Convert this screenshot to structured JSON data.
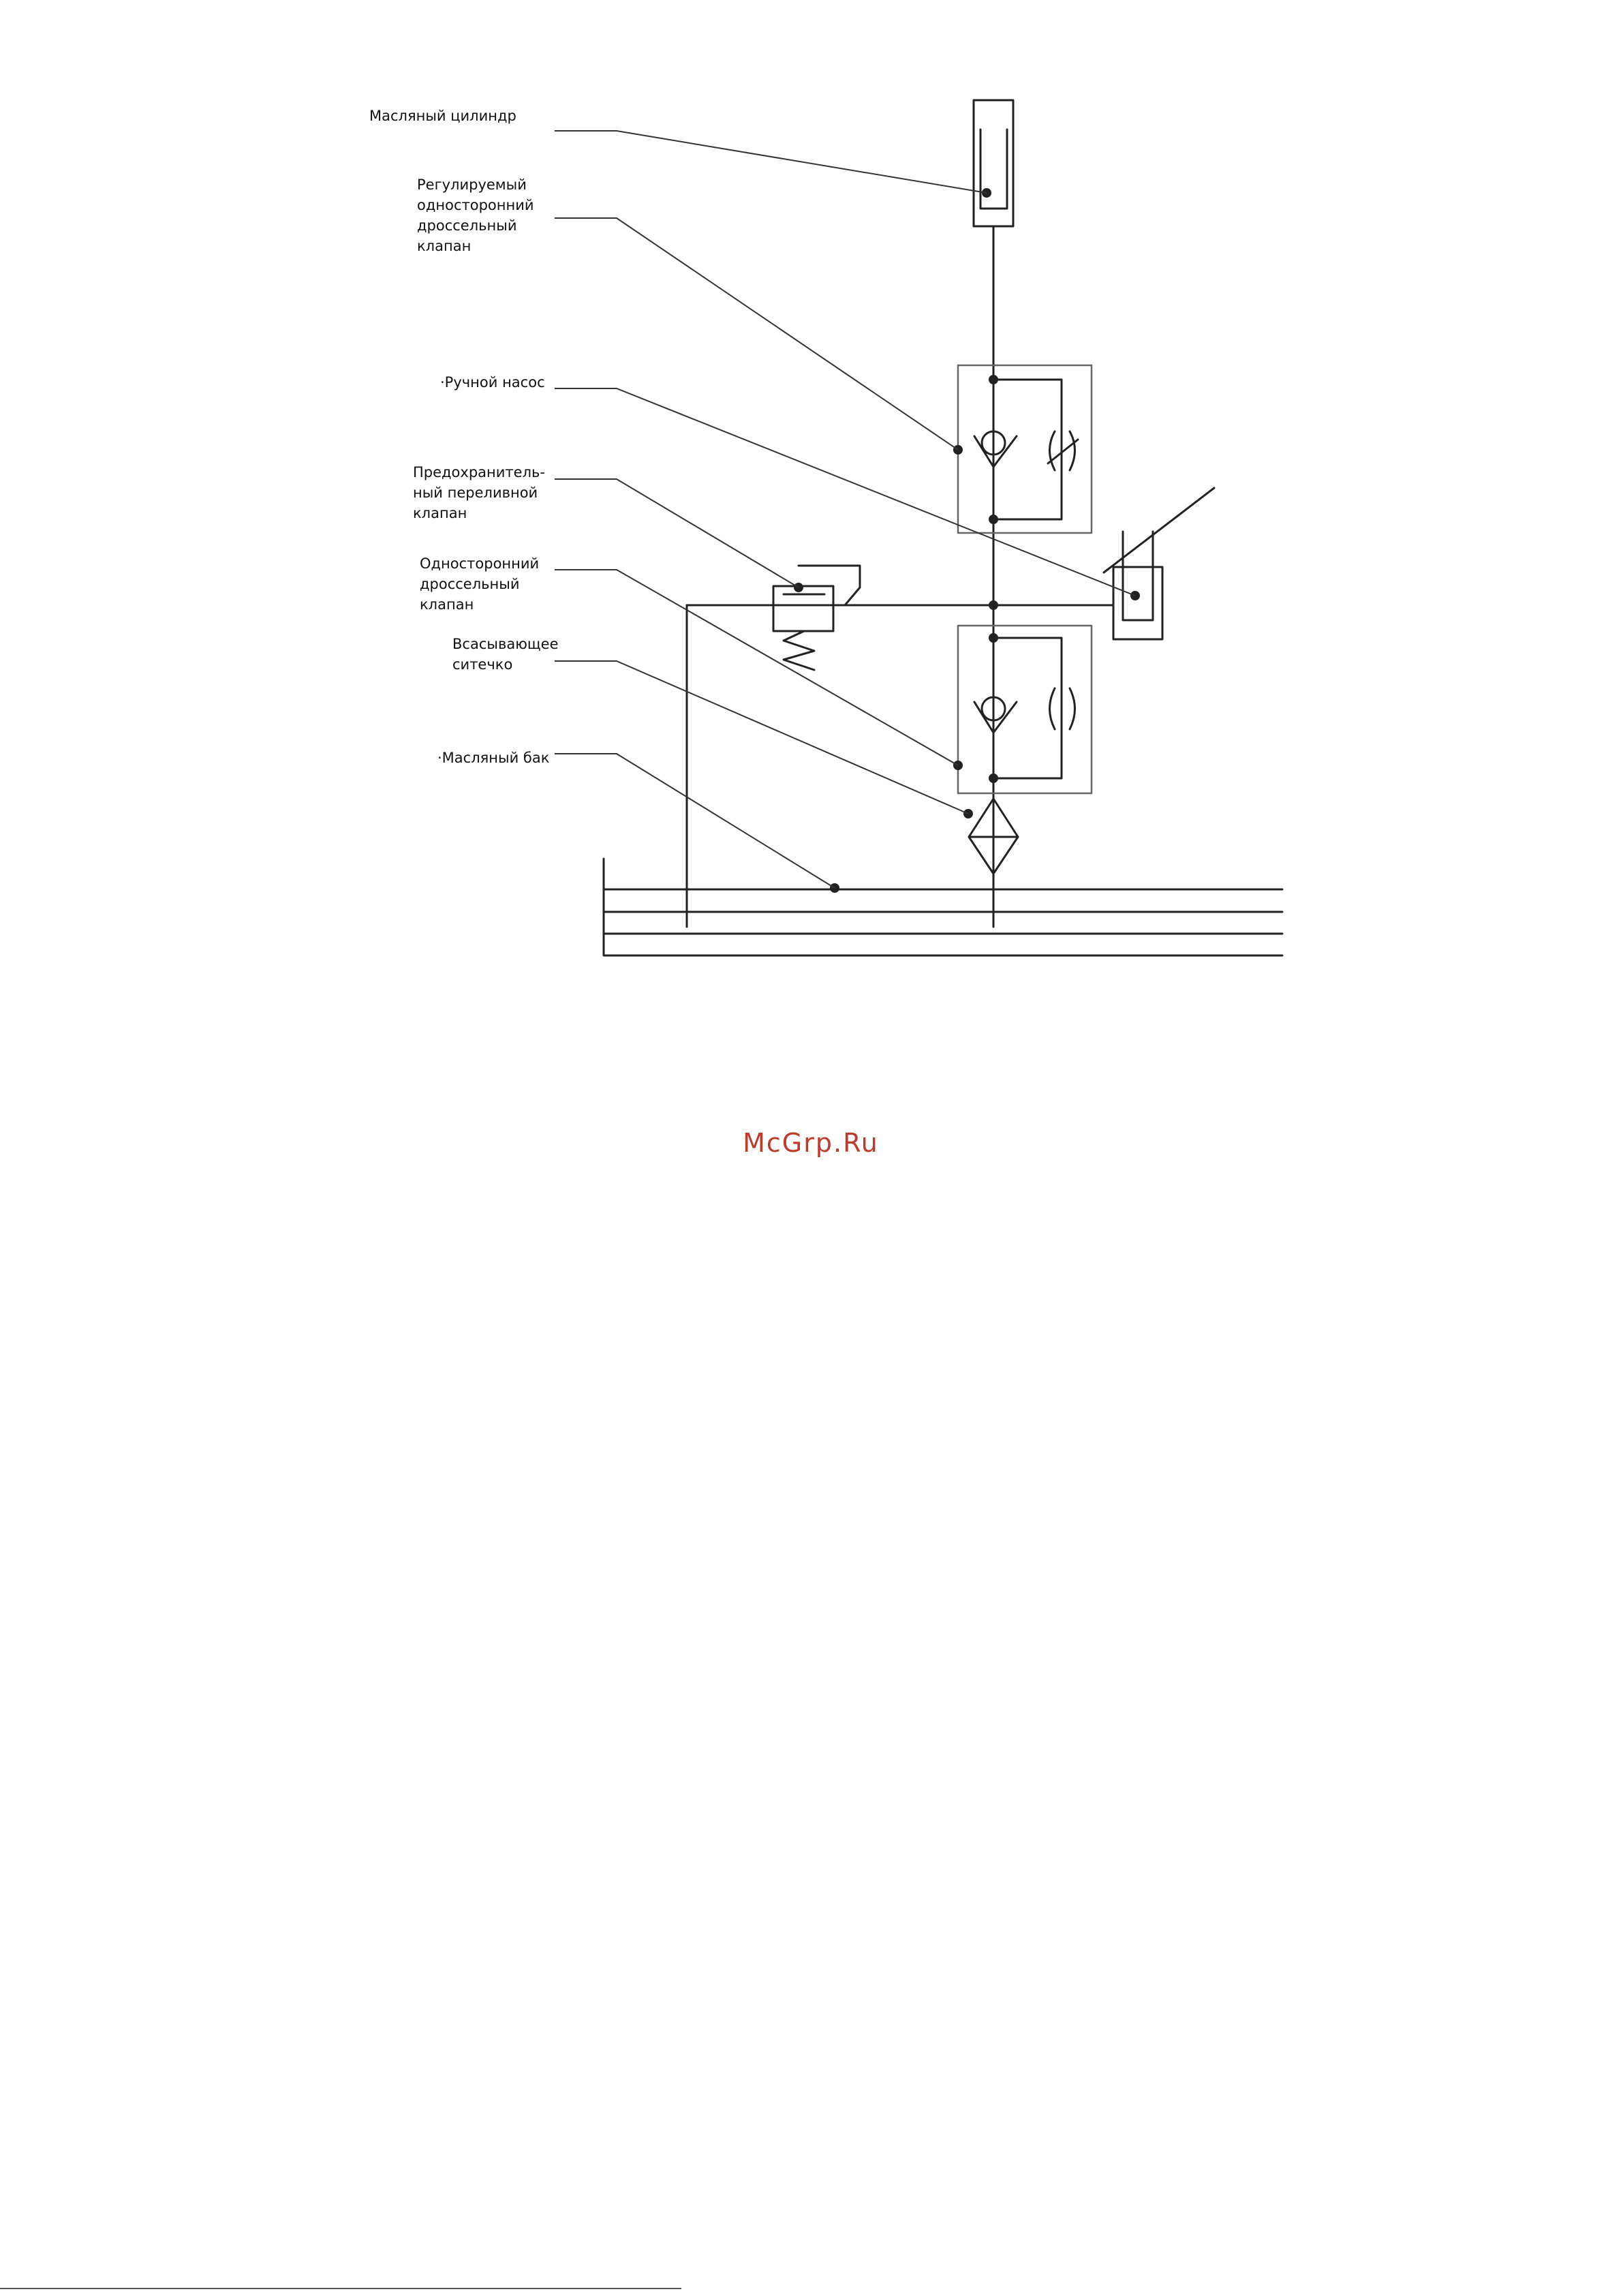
{
  "labels": {
    "oil_cylinder": "Масляный цилиндр",
    "adjustable_throttle_valve": "Регулируемый\nодносторонний\nдроссельный\nклапан",
    "hand_pump": "·Ручной насос",
    "relief_valve": "Предохранитель-\nный переливной\nклапан",
    "throttle_valve": "Односторонний\nдроссельный\nклапан",
    "suction_strainer": "Всасывающее\nситечко",
    "oil_tank": "·Масляный бак"
  },
  "watermark": "McGrp.Ru",
  "colors": {
    "line": "#222222",
    "leader": "#333333",
    "box": "#666666",
    "watermark": "#c0392b"
  }
}
